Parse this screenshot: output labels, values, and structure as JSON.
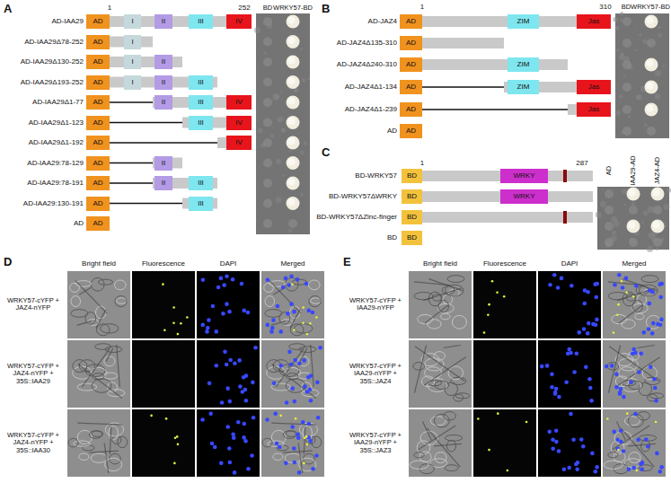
{
  "diagram": {
    "nodes": [
      {
        "text": [
          "AD"
        ]
      },
      {
        "text": [
          "I"
        ]
      },
      {
        "text": [
          "II"
        ]
      },
      {
        "text": [
          "III"
        ]
      },
      {
        "text": [
          "IV"
        ]
      },
      {
        "text": [
          "AD"
        ]
      },
      {
        "text": [
          "I"
        ]
      },
      {
        "text": [
          "AD"
        ]
      },
      {
        "text": [
          "I"
        ]
      },
      {
        "text": [
          "II"
        ]
      },
      {
        "text": [
          "AD"
        ]
      },
      {
        "text": [
          "I"
        ]
      },
      {
        "text": [
          "II"
        ]
      },
      {
        "text": [
          "III"
        ]
      },
      {
        "text": [
          "AD"
        ]
      },
      {
        "text": [
          "II"
        ]
      },
      {
        "text": [
          "III"
        ]
      },
      {
        "text": [
          "IV"
        ]
      },
      {
        "text": [
          "AD"
        ]
      },
      {
        "text": [
          "III"
        ]
      },
      {
        "text": [
          "IV"
        ]
      },
      {
        "text": [
          "AD"
        ]
      },
      {
        "text": [
          "IV"
        ]
      },
      {
        "text": [
          "AD"
        ]
      },
      {
        "text": [
          "II"
        ]
      },
      {
        "text": [
          "AD"
        ]
      },
      {
        "text": [
          "II"
        ]
      },
      {
        "text": [
          "III"
        ]
      },
      {
        "text": [
          "AD"
        ]
      },
      {
        "text": [
          "III"
        ]
      },
      {
        "text": [
          "AD"
        ]
      },
      {
        "text": [
          "AD"
        ]
      },
      {
        "text": [
          "ZIM"
        ]
      },
      {
        "text": [
          "Jas"
        ]
      },
      {
        "text": [
          "AD"
        ]
      },
      {
        "text": [
          "AD"
        ]
      },
      {
        "text": [
          "ZIM"
        ]
      },
      {
        "text": [
          "AD"
        ]
      },
      {
        "text": [
          "ZIM"
        ]
      },
      {
        "text": [
          "Jas"
        ]
      },
      {
        "text": [
          "AD"
        ]
      },
      {
        "text": [
          "Jas"
        ]
      },
      {
        "text": [
          "AD"
        ]
      },
      {
        "text": [
          "BD"
        ]
      },
      {
        "text": [
          "WRKY"
        ]
      },
      {
        "text": [
          "BD"
        ]
      },
      {
        "text": [
          "WRKY"
        ]
      },
      {
        "text": [
          "BD"
        ]
      },
      {
        "text": [
          "BD"
        ]
      }
    ],
    "labels": [
      "A",
      "1",
      "252",
      "BD",
      "WRKY57-BD",
      "AD-IAA29",
      "AD-IAA29Δ78-252",
      "AD-IAA29Δ130-252",
      "AD-IAA29Δ193-252",
      "AD-IAA29Δ1-77",
      "AD-IAA29Δ1-123",
      "AD-IAA29Δ1-192",
      "AD-IAA29:78-129",
      "AD-IAA29:78-191",
      "AD-IAA29:130-191",
      "AD",
      "B",
      "1",
      "310",
      "BD",
      "WRKY57-BD",
      "AD-JAZ4",
      "AD-JAZ4Δ135-310",
      "AD-JAZ4Δ240-310",
      "AD-JAZ4Δ1-134",
      "AD-JAZ4Δ1-239",
      "AD",
      "C",
      "1",
      "287",
      "AD",
      "IAA29-AD",
      "JAZ4-AD",
      "BD-WRKY57",
      "BD-WRKY57ΔWRKY",
      "BD-WRKY57ΔZinc-finger",
      "BD",
      "D",
      "Bright field",
      "Fluorescence",
      "DAPI",
      "Merged",
      "WRKY57-cYFP + JAZ4-nYFP",
      "WRKY57-cYFP + JAZ4-nYFP + 35S::IAA29",
      "WRKY57-cYFP + JAZ4-nYFP + 35S::IAA30",
      "E",
      "Bright field",
      "Fluorescence",
      "DAPI",
      "Merged",
      "WRKY57-cYFP + IAA29-nYFP",
      "WRKY57-cYFP + IAA29-nYFP + 35S::JAZ4",
      "WRKY57-cYFP + IAA29-nYFP + 35S::JAZ3"
    ]
  }
}
